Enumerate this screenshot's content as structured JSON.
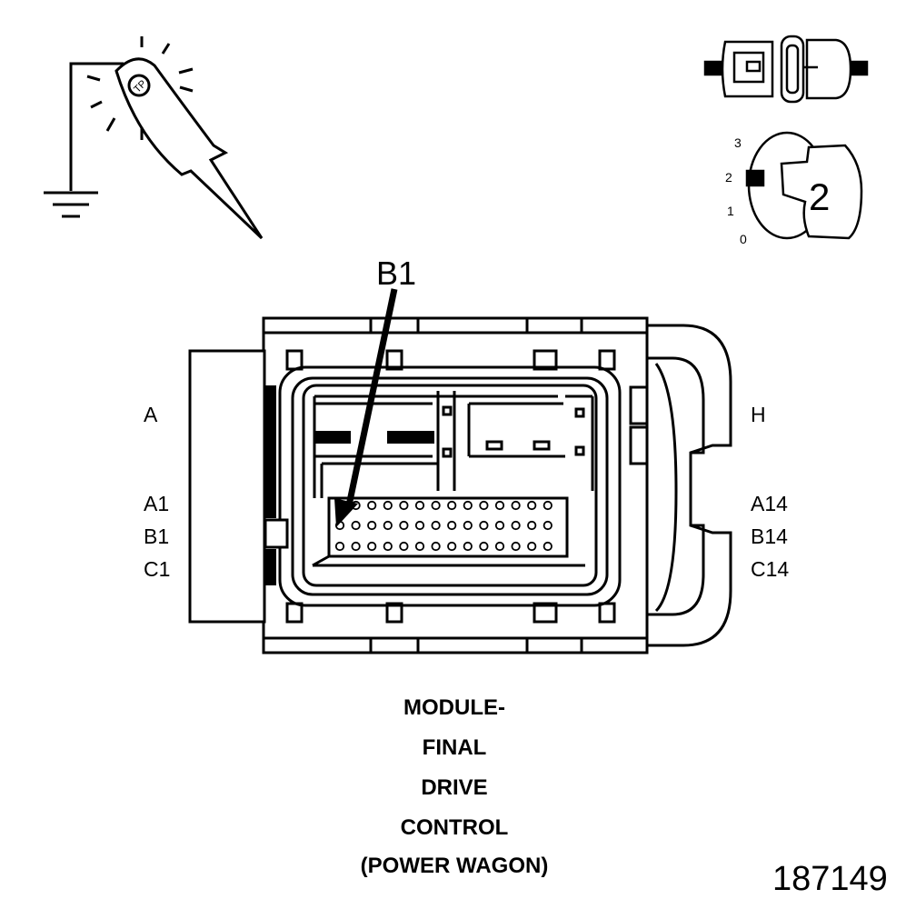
{
  "callout": {
    "pin_label": "B1"
  },
  "side_labels": {
    "left": {
      "row": "A",
      "a": "A1",
      "b": "B1",
      "c": "C1"
    },
    "right": {
      "row": "H",
      "a": "A14",
      "b": "B14",
      "c": "C14"
    }
  },
  "ignition_key": {
    "position_numbers": [
      "3",
      "2",
      "1",
      "0"
    ],
    "key_number": "2"
  },
  "title_lines": [
    "MODULE-",
    "FINAL",
    "DRIVE",
    "CONTROL",
    "(POWER WAGON)"
  ],
  "figure_number": "187149",
  "icons": [
    "test-probe-to-ground-icon",
    "connector-disconnected-icon",
    "ignition-key-position-icon"
  ]
}
